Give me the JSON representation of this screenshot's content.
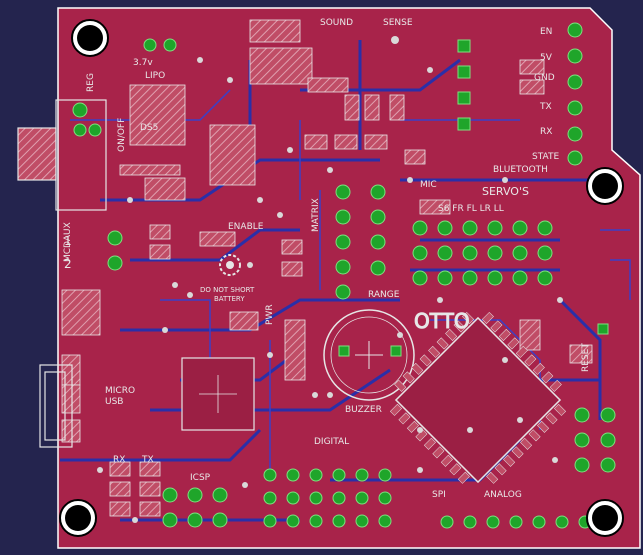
{
  "board": {
    "colors": {
      "copper_top": "#b0254a",
      "copper_bottom": "#2a2fa8",
      "background": "#1a1a3a",
      "silk": "#e6e6e6",
      "pad_green": "#1fa52a",
      "via": "#d9d9d9",
      "outline": "#ffffff"
    },
    "labels": {
      "sound": "SOUND",
      "sense": "SENSE",
      "v37": "3.7v",
      "lipo": "LIPO",
      "ds": "DS5",
      "onoff": "ON/OFF",
      "reg": "REG",
      "en": "EN",
      "v5": "5V",
      "gnd": "GND",
      "tx": "TX",
      "rx": "RX",
      "state": "STATE",
      "bluetooth": "BLUETOOTH",
      "mic": "MIC",
      "servos": "SERVO'S",
      "servo_pins": "S6  FR  FL  LR  LL",
      "matrix": "MATRIX",
      "enable": "ENABLE",
      "mcdaux": "MCDAUX",
      "do_not_short": "DO NOT SHORT",
      "battery": "BATTERY",
      "range": "RANGE",
      "otto": "OTTO",
      "reset": "RESET",
      "micro": "MICRO",
      "usb": "USB",
      "buzzer": "BUZZER",
      "pwr": "PWR",
      "digital": "DIGITAL",
      "analog": "ANALOG",
      "icsp": "ICSP",
      "spi": "SPI",
      "rx2": "RX",
      "tx2": "TX",
      "num2": "2",
      "num1": "1"
    }
  }
}
